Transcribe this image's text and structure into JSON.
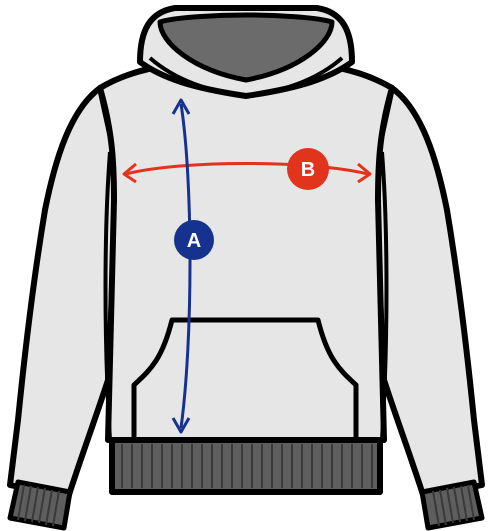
{
  "colors": {
    "outline": "#000000",
    "body": "#e6e6e6",
    "hood_inner": "#6b6b6b",
    "rib": "#5e5e5e",
    "measure_a": "#16328f",
    "measure_b": "#e2331d"
  },
  "measurements": [
    {
      "label": "A",
      "color": "#16328f",
      "orientation": "vertical"
    },
    {
      "label": "B",
      "color": "#e2331d",
      "orientation": "horizontal"
    }
  ]
}
